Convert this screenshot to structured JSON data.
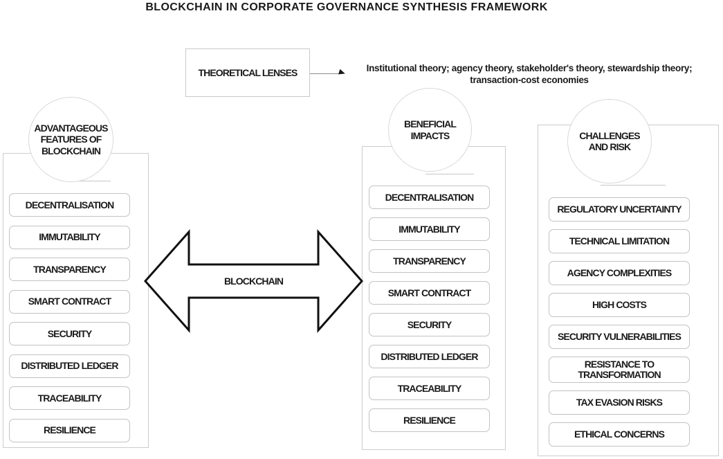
{
  "title": "BLOCKCHAIN IN CORPORATE GOVERNANCE SYNTHESIS FRAMEWORK",
  "theoretical_lenses": {
    "label": "THEORETICAL LENSES",
    "description_lines": [
      "Institutional theory; agency theory, stakeholder's theory, stewardship theory;",
      "transaction-cost economies"
    ]
  },
  "blockchain_arrow": {
    "label": "BLOCKCHAIN"
  },
  "columns": [
    {
      "circle_label": "ADVANTAGEOUS FEATURES OF BLOCKCHAIN",
      "items": [
        "DECENTRALISATION",
        "IMMUTABILITY",
        "TRANSPARENCY",
        "SMART CONTRACT",
        "SECURITY",
        "DISTRIBUTED LEDGER",
        "TRACEABILITY",
        "RESILIENCE"
      ]
    },
    {
      "circle_label": "BENEFICIAL IMPACTS",
      "items": [
        "DECENTRALISATION",
        "IMMUTABILITY",
        "TRANSPARENCY",
        "SMART CONTRACT",
        "SECURITY",
        "DISTRIBUTED LEDGER",
        "TRACEABILITY",
        "RESILIENCE"
      ]
    },
    {
      "circle_label": "CHALLENGES AND RISK",
      "items": [
        "REGULATORY UNCERTAINTY",
        "TECHNICAL LIMITATION",
        "AGENCY COMPLEXITIES",
        "HIGH COSTS",
        "SECURITY VULNERABILITIES",
        "RESISTANCE TO TRANSFORMATION",
        "TAX EVASION RISKS",
        "ETHICAL CONCERNS"
      ]
    }
  ],
  "colors": {
    "text": "#1a1a1a",
    "box_border": "#c2c2c2",
    "panel_border": "#cccccc",
    "circle_border": "#b0b0b0",
    "arrow_stroke": "#111111",
    "background": "#ffffff"
  }
}
